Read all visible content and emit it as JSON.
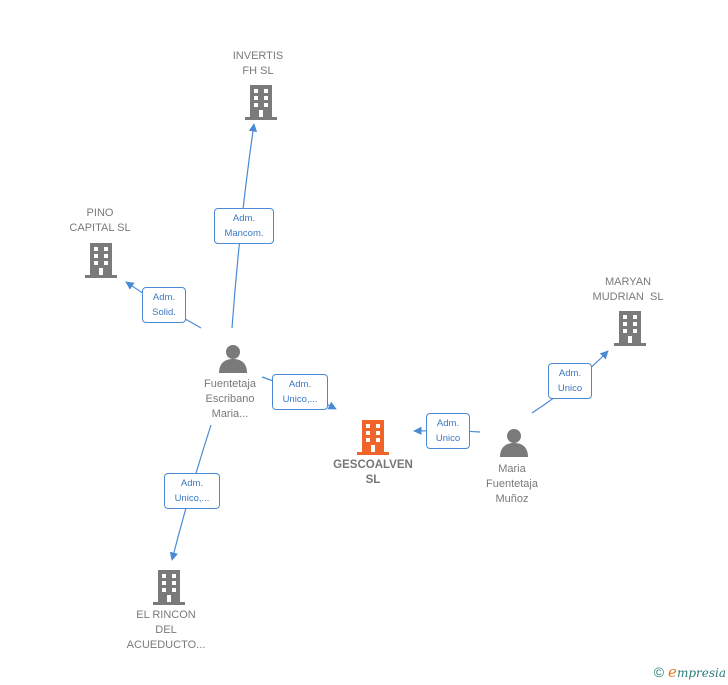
{
  "colors": {
    "edge": "#4a8ad4",
    "company": "#7a7a7a",
    "focus": "#f0642a",
    "person": "#7a7a7a"
  },
  "nodes": {
    "invertis": {
      "lines": [
        "INVERTIS",
        "FH SL"
      ],
      "icon": "building-icon"
    },
    "pino": {
      "lines": [
        "PINO",
        "CAPITAL SL"
      ],
      "icon": "building-icon"
    },
    "maryan": {
      "lines": [
        "MARYAN",
        "MUDRIAN  SL"
      ],
      "icon": "building-icon"
    },
    "gescoalven": {
      "lines": [
        "GESCOALVEN",
        "SL"
      ],
      "icon": "building-icon"
    },
    "el_rincon": {
      "lines": [
        "EL RINCON",
        "DEL",
        "ACUEDUCTO..."
      ],
      "icon": "building-icon"
    },
    "fuentetaja_escribano": {
      "lines": [
        "Fuentetaja",
        "Escribano",
        "Maria..."
      ],
      "icon": "person-icon"
    },
    "maria_fuentetaja": {
      "lines": [
        "Maria",
        "Fuentetaja",
        "Muñoz"
      ],
      "icon": "person-icon"
    }
  },
  "relations": {
    "to_invertis": [
      "Adm.",
      "Mancom."
    ],
    "to_pino": [
      "Adm.",
      "Solid."
    ],
    "to_gescoalven_left": [
      "Adm.",
      "Unico,..."
    ],
    "to_el_rincon": [
      "Adm.",
      "Unico,..."
    ],
    "to_gescoalven_right": [
      "Adm.",
      "Unico"
    ],
    "to_maryan": [
      "Adm.",
      "Unico"
    ]
  },
  "brand": {
    "copyright": "©",
    "initial": "e",
    "rest": "mpresia"
  }
}
